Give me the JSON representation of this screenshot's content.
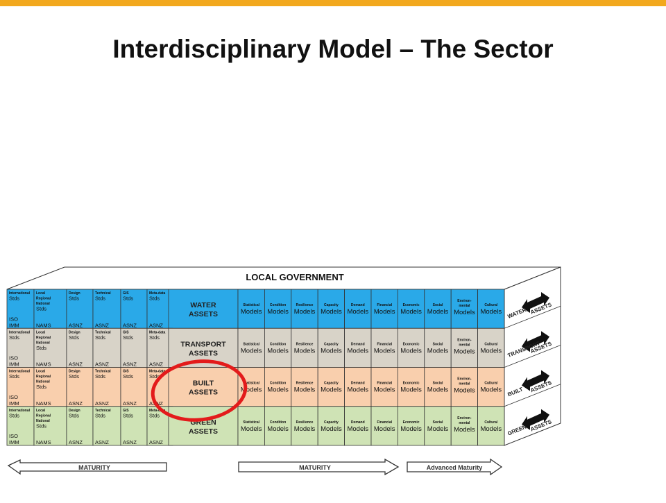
{
  "header": {
    "title": "Interdisciplinary Model – The Sector"
  },
  "cube": {
    "top_label": "LOCAL GOVERNMENT"
  },
  "rows": [
    {
      "id": "water",
      "asset_line1": "WATER",
      "asset_line2": "ASSETS",
      "side_line1": "WATER",
      "side_line2": "ASSETS",
      "color": "#2aa9e8"
    },
    {
      "id": "transport",
      "asset_line1": "TRANSPORT",
      "asset_line2": "ASSETS",
      "side_line1": "TRANSPORT",
      "side_line2": "ASSETS",
      "color": "#d8d3c8"
    },
    {
      "id": "built",
      "asset_line1": "BUILT",
      "asset_line2": "ASSETS",
      "side_line1": "BUILT",
      "side_line2": "ASSETS",
      "color": "#f9cfad"
    },
    {
      "id": "green",
      "asset_line1": "GREEN",
      "asset_line2": "ASSETS",
      "side_line1": "GREEN",
      "side_line2": "ASSETS",
      "color": "#cfe3b5"
    }
  ],
  "standards": [
    {
      "id": "international",
      "head": [
        "International"
      ],
      "sub": "Stds",
      "bottom": [
        "ISO",
        "IMM"
      ]
    },
    {
      "id": "local",
      "head": [
        "Local",
        "Regional",
        "National"
      ],
      "sub": "Stds",
      "bottom": [
        "NAMS"
      ]
    },
    {
      "id": "design",
      "head": [
        "Design"
      ],
      "sub": "Stds",
      "bottom": [
        "ASNZ"
      ]
    },
    {
      "id": "technical",
      "head": [
        "Technical"
      ],
      "sub": "Stds",
      "bottom": [
        "ASNZ"
      ]
    },
    {
      "id": "gis",
      "head": [
        "GIS"
      ],
      "sub": "Stds",
      "bottom": [
        "ASNZ"
      ]
    },
    {
      "id": "metadata",
      "head": [
        "Meta-data"
      ],
      "sub": "Stds",
      "bottom": [
        "ASNZ"
      ]
    }
  ],
  "models": [
    {
      "id": "statistical",
      "head": [
        "Statistical"
      ],
      "sub": "Models"
    },
    {
      "id": "condition",
      "head": [
        "Condition"
      ],
      "sub": "Models"
    },
    {
      "id": "resilience",
      "head": [
        "Resilience"
      ],
      "sub": "Models"
    },
    {
      "id": "capacity",
      "head": [
        "Capacity"
      ],
      "sub": "Models"
    },
    {
      "id": "demand",
      "head": [
        "Demand"
      ],
      "sub": "Models"
    },
    {
      "id": "financial",
      "head": [
        "Financial"
      ],
      "sub": "Models"
    },
    {
      "id": "economic",
      "head": [
        "Economic"
      ],
      "sub": "Models"
    },
    {
      "id": "social",
      "head": [
        "Social"
      ],
      "sub": "Models"
    },
    {
      "id": "environmental",
      "head": [
        "Environ-",
        "mental"
      ],
      "sub": "Models"
    },
    {
      "id": "cultural",
      "head": [
        "Cultural"
      ],
      "sub": "Models"
    }
  ],
  "arrows": {
    "left": "MATURITY",
    "middle": "MATURITY",
    "right": "Advanced Maturity"
  },
  "colors": {
    "accent_bar": "#f2a81d",
    "highlight_circle": "#e31b1b"
  }
}
